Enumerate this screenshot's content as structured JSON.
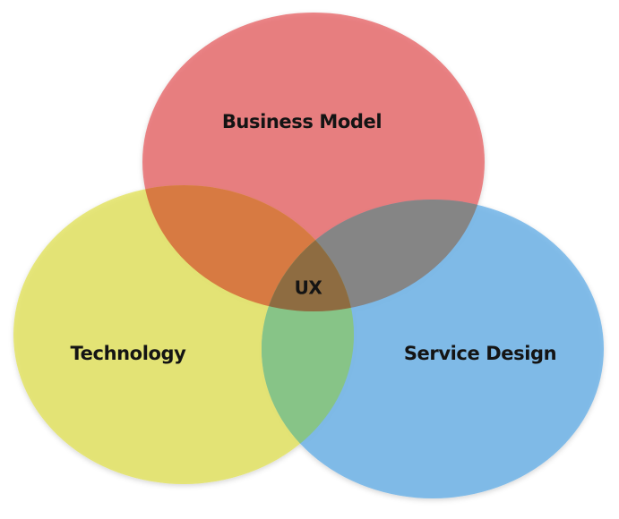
{
  "diagram": {
    "sets": [
      {
        "id": "business-model",
        "label": "Business Model",
        "color": "#e4575a"
      },
      {
        "id": "technology",
        "label": "Technology",
        "color": "#e0e04a"
      },
      {
        "id": "service-design",
        "label": "Service Design",
        "color": "#5aa9e4"
      }
    ],
    "intersection_label": "UX",
    "colors": {
      "business_model": "#e4575a",
      "technology": "#e0e04a",
      "service_design": "#5aa9e4",
      "business_technology_overlap": "#d77a42",
      "business_service_overlap": "#858585",
      "technology_service_overlap": "#87c487",
      "all_overlap": "#8e6c41",
      "label_text": "#141414"
    }
  }
}
